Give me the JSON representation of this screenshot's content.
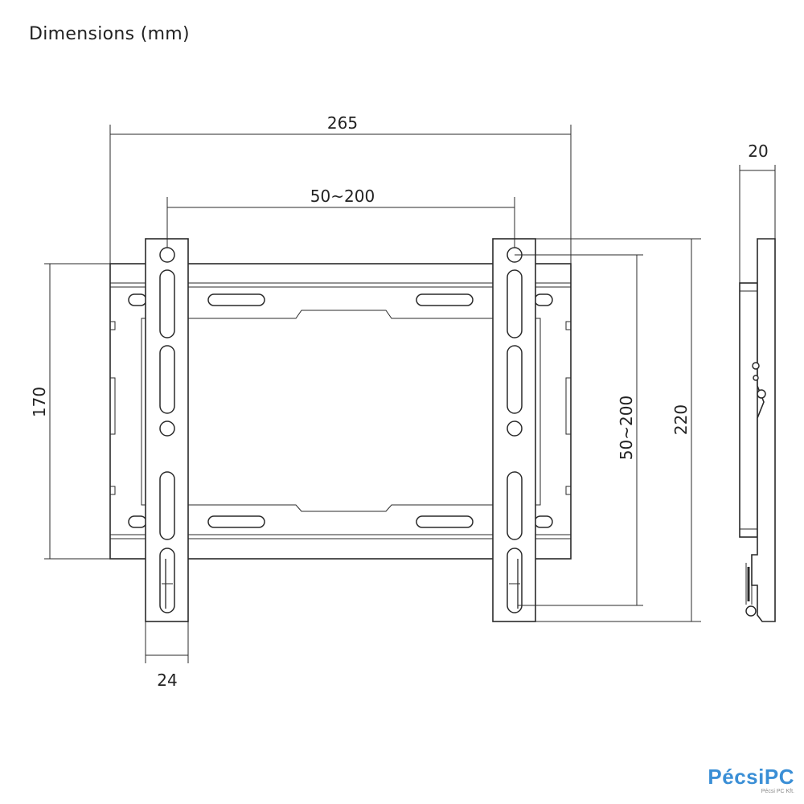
{
  "title": "Dimensions (mm)",
  "dimensions": {
    "overall_width": "265",
    "vesa_horizontal": "50~200",
    "plate_height": "170",
    "vesa_vertical": "50~200",
    "overall_height": "220",
    "depth": "20",
    "arm_width": "24"
  },
  "logo": {
    "brand": "PécsiPC",
    "tagline": "Pécsi PC Kft."
  }
}
